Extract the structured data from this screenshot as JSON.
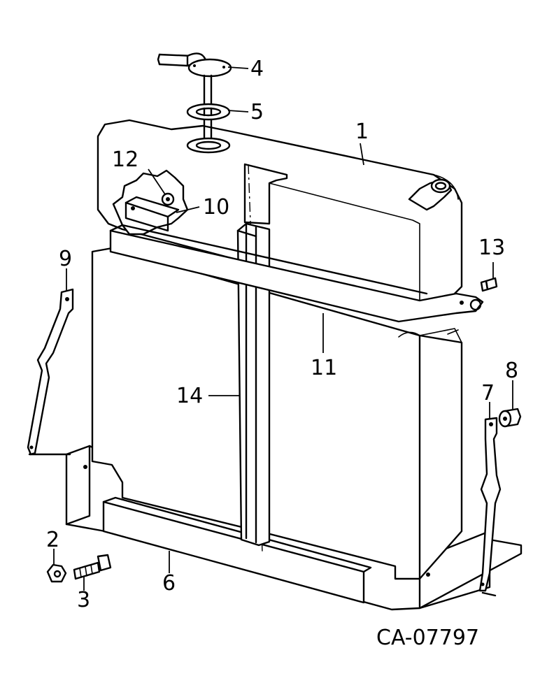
{
  "figure": {
    "code": "CA-07797",
    "callouts": {
      "c1": "1",
      "c2": "2",
      "c3": "3",
      "c4": "4",
      "c5": "5",
      "c6": "6",
      "c7": "7",
      "c8": "8",
      "c9": "9",
      "c10": "10",
      "c11": "11",
      "c12": "12",
      "c13": "13",
      "c14": "14"
    }
  }
}
